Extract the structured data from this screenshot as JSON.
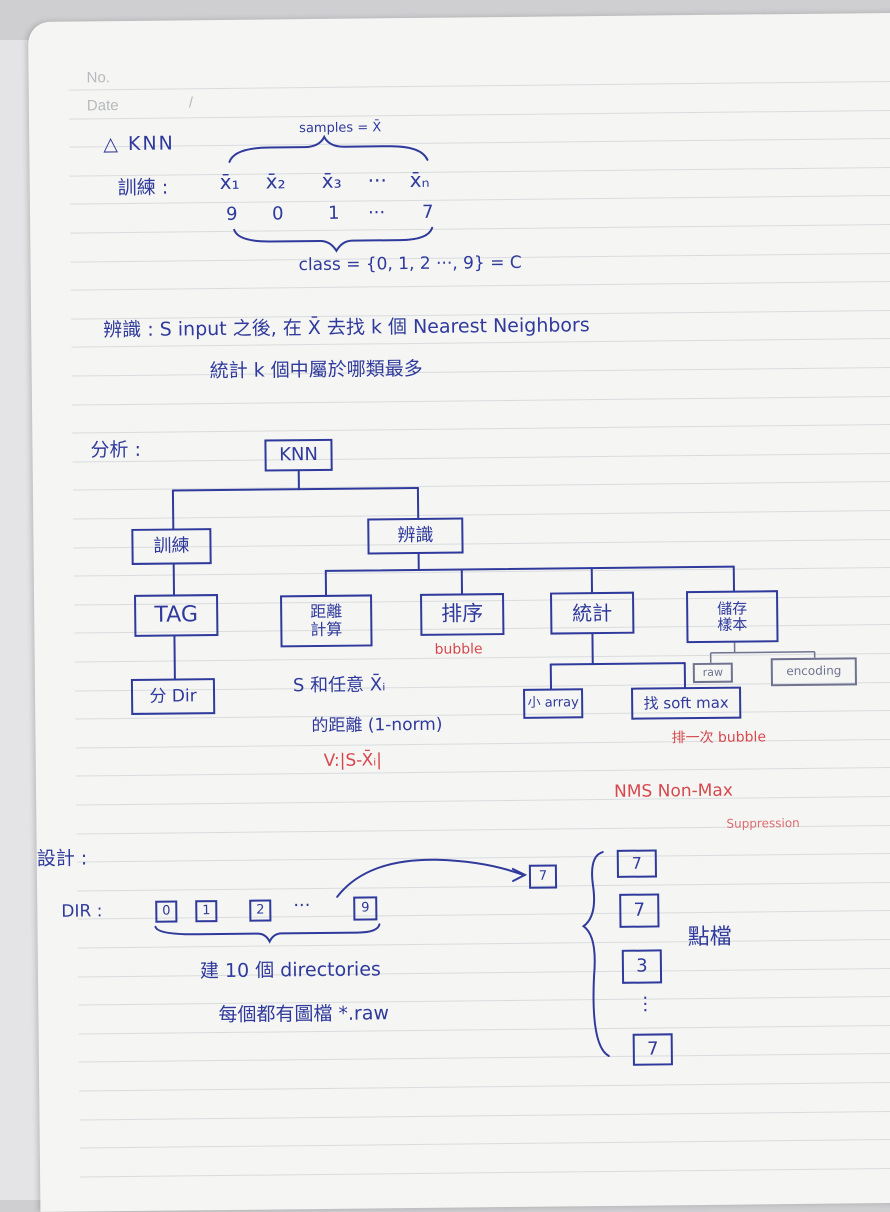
{
  "header": {
    "no_label": "No.",
    "date_label": "Date",
    "date_sep": "/"
  },
  "section1": {
    "title": "△ KNN",
    "samples_label": "samples = X̄",
    "train_label": "訓練 :",
    "vectors": [
      "x̄₁",
      "x̄₂",
      "x̄₃",
      "···",
      "x̄ₙ"
    ],
    "labels": [
      "9",
      "0",
      "1",
      "···",
      "7"
    ],
    "class_label": "class = {0, 1, 2 ···, 9} = C"
  },
  "section2": {
    "recognize_line1": "辨識 : S input 之後, 在 X̄ 去找 k 個 Nearest Neighbors",
    "recognize_line2": "統計 k 個中屬於哪類最多"
  },
  "section3": {
    "analysis_label": "分析 :",
    "root": "KNN",
    "train_node": "訓練",
    "recognize_node": "辨識",
    "tag_node": "TAG",
    "dir_node": "分 Dir",
    "distance_node": "距離\n計算",
    "sort_node": "排序",
    "sort_note": "bubble",
    "stats_node": "統計",
    "storage_node": "儲存\n樣本",
    "raw_node": "raw",
    "encoding_node": "encoding",
    "array_node": "小 array",
    "softmax_node": "找 soft max",
    "softmax_note": "排一次 bubble",
    "distance_note1": "S 和任意 X̄ᵢ",
    "distance_note2": "的距離 (1-norm)",
    "distance_note3": "V:|S-X̄ᵢ|",
    "nms_label": "NMS  Non-Max",
    "nms_label2": "Suppression"
  },
  "section4": {
    "design_label": "設計 :",
    "dir_label": "DIR :",
    "folders": [
      "0",
      "1",
      "2",
      "···",
      "9"
    ],
    "arrow_target": "7",
    "files": [
      "7",
      "7",
      "3",
      "⋮",
      "7"
    ],
    "files_note": "點檔",
    "build_note": "建 10 個 directories",
    "each_note": "每個都有圖檔 *.raw"
  },
  "colors": {
    "ink": "#2f3a9c",
    "red_ink": "#d6484d",
    "paper": "#f5f5f3"
  }
}
